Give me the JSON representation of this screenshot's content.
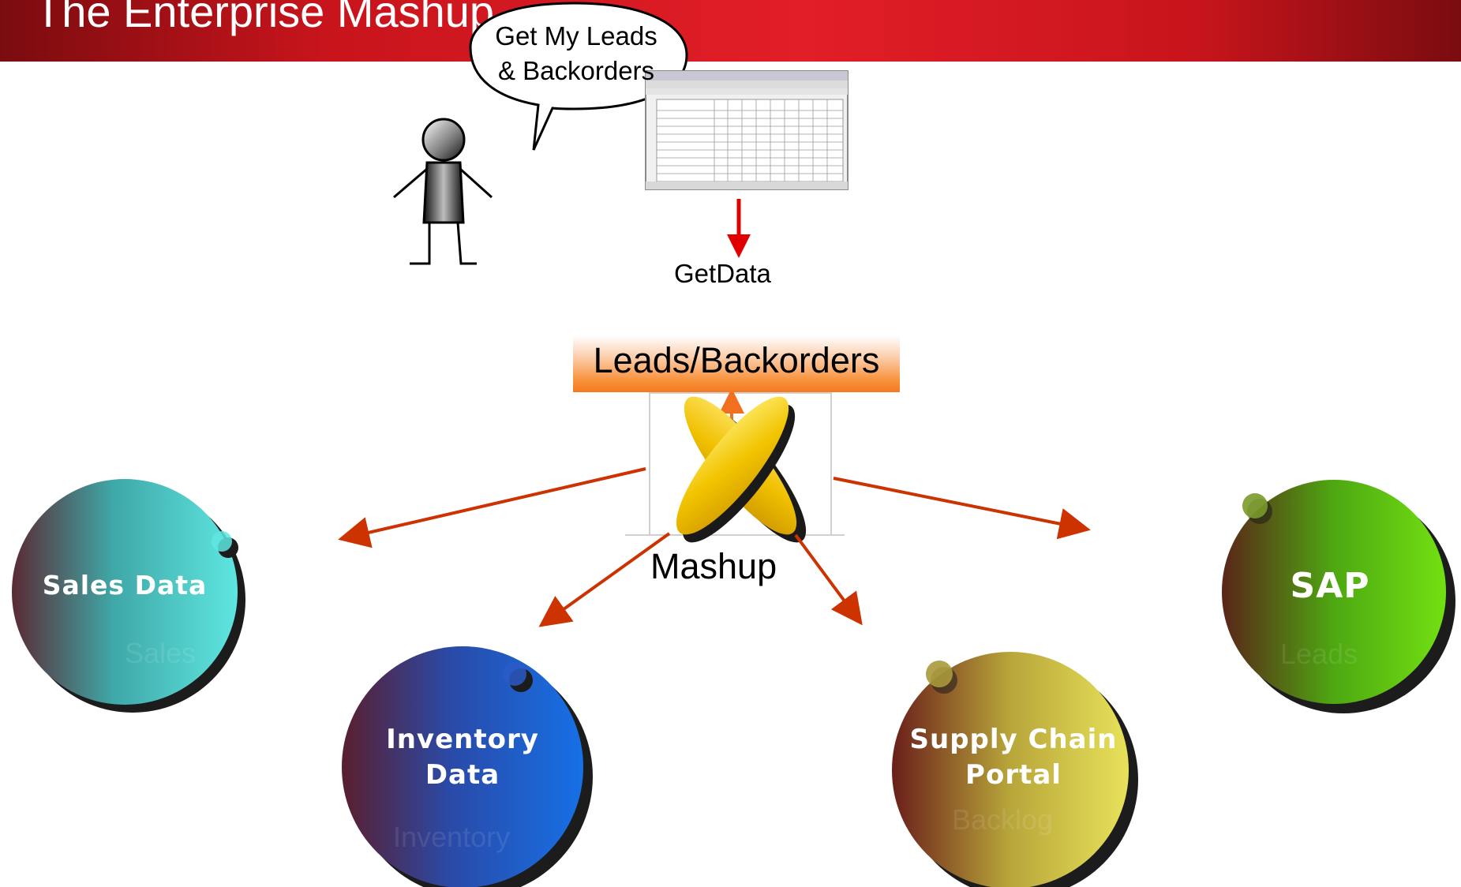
{
  "header": {
    "title": "The Enterprise Mashup"
  },
  "speech_bubble": {
    "line1": "Get My Leads",
    "line2": "& Backorders"
  },
  "getdata_label": "GetData",
  "leads_box_label": "Leads/Backorders",
  "mashup_label": "Mashup",
  "nodes": [
    {
      "lines": [
        "Sales Data"
      ],
      "ghost": "Sales",
      "color": "#5ee6e0"
    },
    {
      "lines": [
        "Inventory",
        "Data"
      ],
      "ghost": "Inventory",
      "color": "#1670e6"
    },
    {
      "lines": [
        "Supply Chain",
        "Portal"
      ],
      "ghost": "Backlog",
      "color": "#e8e25a"
    },
    {
      "lines": [
        "SAP"
      ],
      "ghost": "Leads",
      "color": "#72e012"
    }
  ],
  "colors": {
    "header_red": "#e21e28",
    "arrow_orange_red": "#cc3300",
    "arrow_red": "#e00000",
    "leads_box_orange": "#f47a20"
  }
}
